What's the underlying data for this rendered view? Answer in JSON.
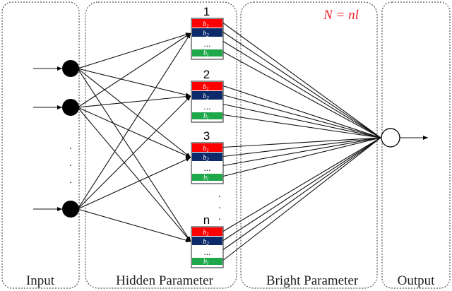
{
  "panels": {
    "input": "Input",
    "hidden": "Hidden Parameter",
    "bright": "Bright Parameter",
    "output": "Output"
  },
  "formula": "N = nl",
  "blocks": [
    {
      "label": "1",
      "rows": [
        "b1",
        "b2",
        "...",
        "bl"
      ]
    },
    {
      "label": "2",
      "rows": [
        "b1",
        "b2",
        "...",
        "bl"
      ]
    },
    {
      "label": "3",
      "rows": [
        "b1",
        "b2",
        "...",
        "bl"
      ]
    },
    {
      "label": "n",
      "rows": [
        "b1",
        "b2",
        "...",
        "bl"
      ]
    }
  ],
  "row_colors": [
    "#ff0000",
    "#0d2a6b",
    "#ffffff",
    "#1ea84a"
  ],
  "cell_text": {
    "b1": "b",
    "b2": "b",
    "bl": "b",
    "dots": "..."
  },
  "cell_subs": {
    "b1": "1",
    "b2": "2",
    "bl": "l"
  },
  "ellipsis_v": "·"
}
